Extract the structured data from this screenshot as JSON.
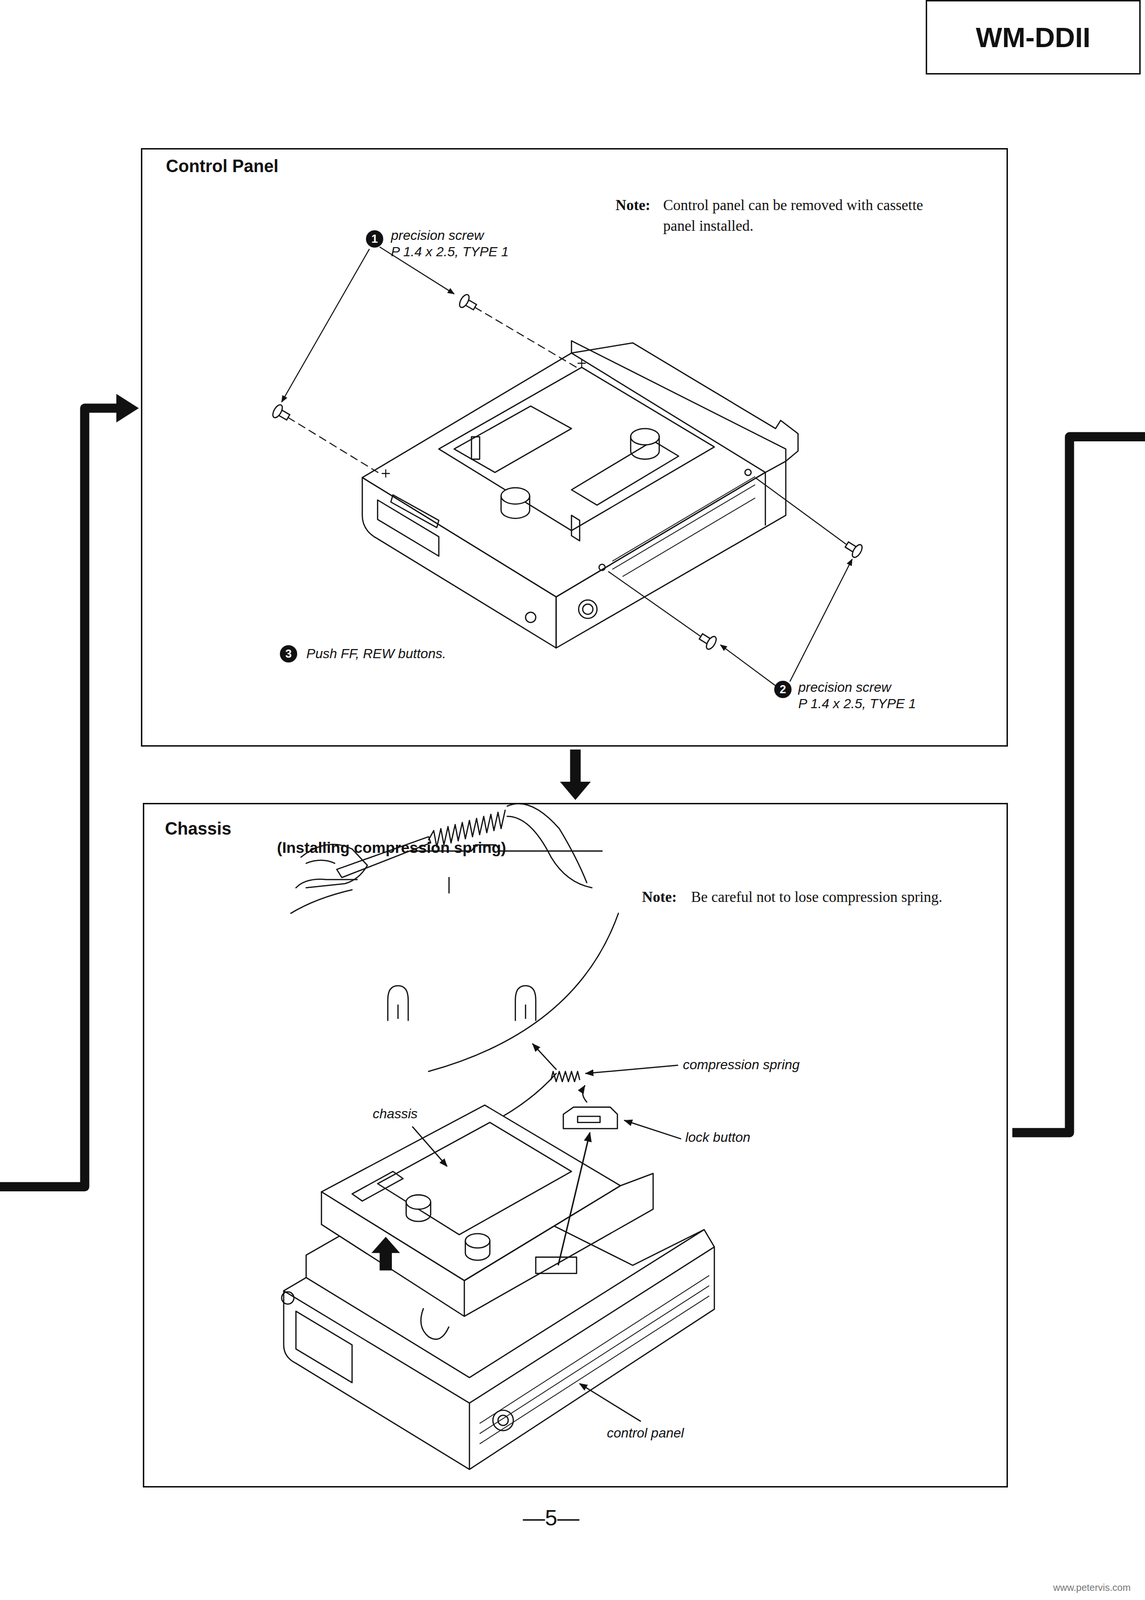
{
  "diagram": {
    "nodes": [
      {
        "text": [
          "WM-DDII"
        ]
      },
      {
        "text": [
          "Control Panel"
        ]
      },
      {
        "text": [
          "Chassis",
          "(Installing compression spring)"
        ]
      }
    ],
    "edges": [
      {
        "from": 1,
        "to": 2,
        "arrow": "to"
      }
    ],
    "labels": [
      "1",
      "precision screw",
      "P 1.4 x 2.5, TYPE 1",
      "Note:",
      "Control panel can be removed with cassette panel installed.",
      "3",
      "Push FF, REW buttons.",
      "2",
      "precision screw",
      "P 1.4 x 2.5, TYPE 1",
      "Note:",
      "Be careful not to lose compression spring.",
      "compression spring",
      "lock button",
      "chassis",
      "control panel",
      "—5—",
      "www.petervis.com"
    ]
  }
}
